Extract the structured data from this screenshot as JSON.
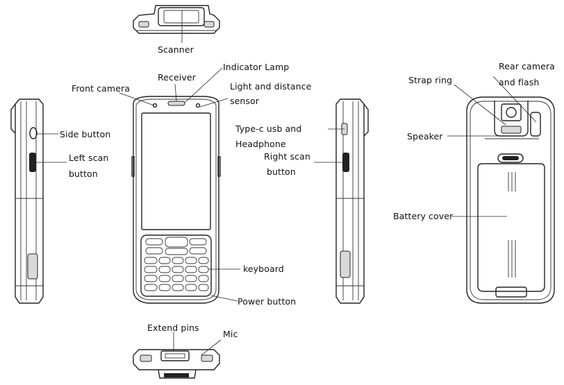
{
  "labels": {
    "scanner": "Scanner",
    "receiver": "Receiver",
    "indicator_lamp": "Indicator Lamp",
    "front_camera": "Front camera",
    "light_sensor_1": "Light and distance",
    "light_sensor_2": "sensor",
    "side_button": "Side button",
    "left_scan_1": "Left scan",
    "left_scan_2": "button",
    "typec_1": "Type-c usb and",
    "typec_2": "Headphone",
    "right_scan_1": "Right scan",
    "right_scan_2": "button",
    "rear_camera_1": "Rear camera",
    "rear_camera_2": "and flash",
    "strap_ring": "Strap ring",
    "speaker": "Speaker",
    "battery_cover": "Battery cover",
    "keyboard": "keyboard",
    "power_button": "Power button",
    "extend_pins": "Extend pins",
    "mic": "Mic"
  }
}
